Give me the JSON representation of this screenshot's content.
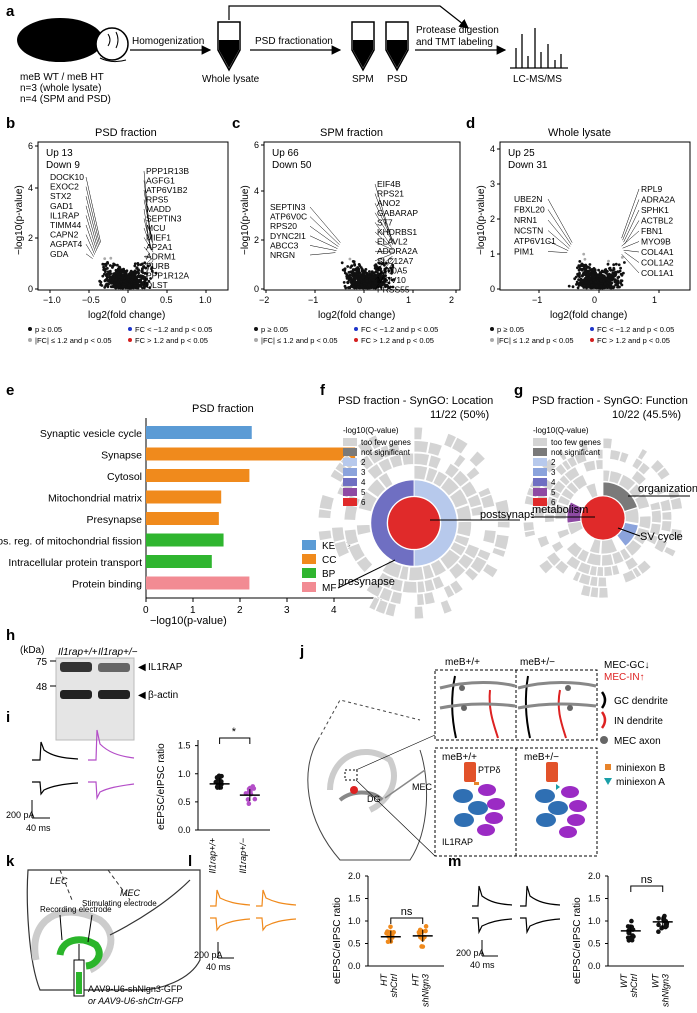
{
  "panel_letters": [
    "a",
    "b",
    "c",
    "d",
    "e",
    "f",
    "g",
    "h",
    "i",
    "j",
    "k",
    "l",
    "m"
  ],
  "workflow": {
    "groups": [
      "meB WT / meB HT",
      "n=3 (whole lysate)",
      "n=4 (SPM and PSD)"
    ],
    "homogenization": "Homogenization",
    "psd_fractionation": "PSD fractionation",
    "protease_line1": "Protease digestion",
    "protease_line2": "and TMT labeling",
    "whole_lysate": "Whole lysate",
    "spm": "SPM",
    "psd": "PSD",
    "lcms": "LC-MS/MS"
  },
  "volcano_common": {
    "xlabel": "log2(fold change)",
    "ylabel": "−log10(p-value)",
    "legend": [
      "p ≥ 0.05",
      "|FC| ≤ 1.2 and p < 0.05",
      "FC < −1.2 and p < 0.05",
      "FC > 1.2 and p < 0.05"
    ],
    "legend_colors": [
      "#111111",
      "#aaaaaa",
      "#1f35c9",
      "#d42020"
    ]
  },
  "volcano_b": {
    "title": "PSD fraction",
    "up": "Up 13",
    "down": "Down 9",
    "xticks": [
      "−1.0",
      "−0.5",
      "0",
      "0.5",
      "1.0"
    ],
    "yticks": [
      "0",
      "2",
      "4",
      "6"
    ],
    "down_genes": [
      "DOCK10",
      "EXOC2",
      "STX2",
      "GAD1",
      "IL1RAP",
      "TIMM44",
      "CAPN2",
      "AGPAT4",
      "GDA"
    ],
    "up_genes": [
      "PPP1R13B",
      "AGFG1",
      "ATP6V1B2",
      "RPS5",
      "MADD",
      "SEPTIN3",
      "MCU",
      "MIEF1",
      "AP2A1",
      "ADRM1",
      "PURB",
      "PPP1R12A",
      "DLST"
    ]
  },
  "volcano_c": {
    "title": "SPM fraction",
    "up": "Up 66",
    "down": "Down 50",
    "xticks": [
      "−2",
      "−1",
      "0",
      "1",
      "2"
    ],
    "yticks": [
      "0",
      "2",
      "4",
      "6"
    ],
    "down_genes": [
      "SEPTIN3",
      "ATP6V0C",
      "RPS20",
      "DYNC2I1",
      "ABCC3",
      "NRGN"
    ],
    "up_genes": [
      "EIF4B",
      "RPS21",
      "ANO2",
      "GABARAP",
      "ST7",
      "KHDRBS1",
      "ELAVL2",
      "ADORA2A",
      "SLC12A7",
      "S100A5",
      "MOV10",
      "PRSS55"
    ]
  },
  "volcano_d": {
    "title": "Whole lysate",
    "up": "Up 25",
    "down": "Down 31",
    "xticks": [
      "−1",
      "0",
      "1"
    ],
    "yticks": [
      "0",
      "1",
      "2",
      "3",
      "4"
    ],
    "down_genes": [
      "UBE2N",
      "FBXL20",
      "NRN1",
      "NCSTN",
      "ATP6V1C1",
      "PIM1"
    ],
    "up_genes": [
      "RPL9",
      "ADRA2A",
      "SPHK1",
      "ACTBL2",
      "FBN1",
      "MYO9B",
      "COL4A1",
      "COL1A2",
      "COL1A1"
    ]
  },
  "chart_data": [
    {
      "type": "bar",
      "title": "PSD fraction",
      "xlabel": "−log10(p-value)",
      "categories": [
        "Synaptic vesicle cycle",
        "Synapse",
        "Cytosol",
        "Mitochondrial matrix",
        "Presynapse",
        "Pos. reg. of mitochondrial fission",
        "Intracellular protein transport",
        "Protein binding"
      ],
      "values": [
        2.25,
        4.45,
        2.2,
        1.6,
        1.55,
        1.65,
        1.4,
        2.2
      ],
      "groups": [
        "KEGG",
        "CC",
        "CC",
        "CC",
        "CC",
        "BP",
        "BP",
        "MF"
      ],
      "xticks": [
        "0",
        "1",
        "2",
        "3",
        "4",
        "5"
      ],
      "xlim": [
        0,
        5
      ],
      "legend": [
        {
          "name": "KEGG",
          "color": "#5b9bd5"
        },
        {
          "name": "CC",
          "color": "#f08a1c"
        },
        {
          "name": "BP",
          "color": "#2fb52f"
        },
        {
          "name": "MF",
          "color": "#f28b93"
        }
      ]
    },
    {
      "type": "scatter",
      "title": "eEPSC/eIPSC ratio",
      "categories": [
        "Il1rap+/+",
        "Il1rap+/−"
      ],
      "means": [
        0.82,
        0.62
      ],
      "yticks": [
        "0.0",
        "0.5",
        "1.0",
        "1.5"
      ],
      "ylim": [
        0,
        1.6
      ],
      "significance": "*"
    },
    {
      "type": "scatter",
      "title": "eEPSC/eIPSC ratio",
      "categories": [
        "HT shCtrl",
        "HT shNlgn3"
      ],
      "means": [
        0.65,
        0.67
      ],
      "yticks": [
        "0.0",
        "0.5",
        "1.0",
        "1.5",
        "2.0"
      ],
      "ylim": [
        0,
        2.0
      ],
      "significance": "ns"
    },
    {
      "type": "scatter",
      "title": "eEPSC/eIPSC ratio",
      "categories": [
        "WT shCtrl",
        "WT shNlgn3"
      ],
      "means": [
        0.78,
        0.98
      ],
      "yticks": [
        "0.0",
        "0.5",
        "1.0",
        "1.5",
        "2.0"
      ],
      "ylim": [
        0,
        2.0
      ],
      "significance": "ns"
    }
  ],
  "sunburst_f": {
    "title": "PSD fraction - SynGO: Location",
    "count": "11/22 (50%)",
    "legend_title": "-log10(Q-value)",
    "legend": [
      "too few genes",
      "not significant",
      "2",
      "3",
      "4",
      "5",
      "6"
    ],
    "legend_colors": [
      "#d4d4d4",
      "#7a7a7a",
      "#b7c9ec",
      "#8ba3dc",
      "#6f6fc2",
      "#8e4aa3",
      "#e02a2a"
    ],
    "labels": [
      "postsynapse",
      "presynapse"
    ]
  },
  "sunburst_g": {
    "title": "PSD fraction - SynGO: Function",
    "count": "10/22 (45.5%)",
    "legend_title": "-log10(Q-value)",
    "legend": [
      "too few genes",
      "not significant",
      "2",
      "3",
      "4",
      "5",
      "6"
    ],
    "labels": [
      "organization",
      "metabolism",
      "SV cycle"
    ]
  },
  "western": {
    "unit": "(kDa)",
    "lanes": [
      "Il1rap+/+",
      "Il1rap+/−"
    ],
    "markers": [
      "75",
      "48"
    ],
    "bands": [
      "IL1RAP",
      "β-actin"
    ]
  },
  "panel_i": {
    "scale": "200 pA",
    "time": "40 ms"
  },
  "panel_j": {
    "titles": [
      "meB+/+",
      "meB+/−"
    ],
    "mec_gc": "MEC-GC↓",
    "mec_in": "MEC-IN↑",
    "legend": [
      "GC dendrite",
      "IN dendrite",
      "MEC axon"
    ],
    "mec_label": "MEC",
    "dg_label": "DG",
    "inset_titles": [
      "meB+/+",
      "meB+/−"
    ],
    "ptp": "PTPδ",
    "il1rap": "IL1RAP",
    "minis": [
      "miniexon B",
      "miniexon A"
    ]
  },
  "panel_k": {
    "lec": "LEC",
    "mec": "MEC",
    "rec": "Recording electrode",
    "stim": "Stimulating electrode",
    "virus1": "AAV9-U6-shNlgn3-GFP",
    "virus2": "or AAV9-U6-shCtrl-GFP"
  },
  "panel_l": {
    "scale": "200 pA",
    "time": "40 ms"
  },
  "panel_m": {
    "scale": "200 pA",
    "time": "40 ms"
  }
}
